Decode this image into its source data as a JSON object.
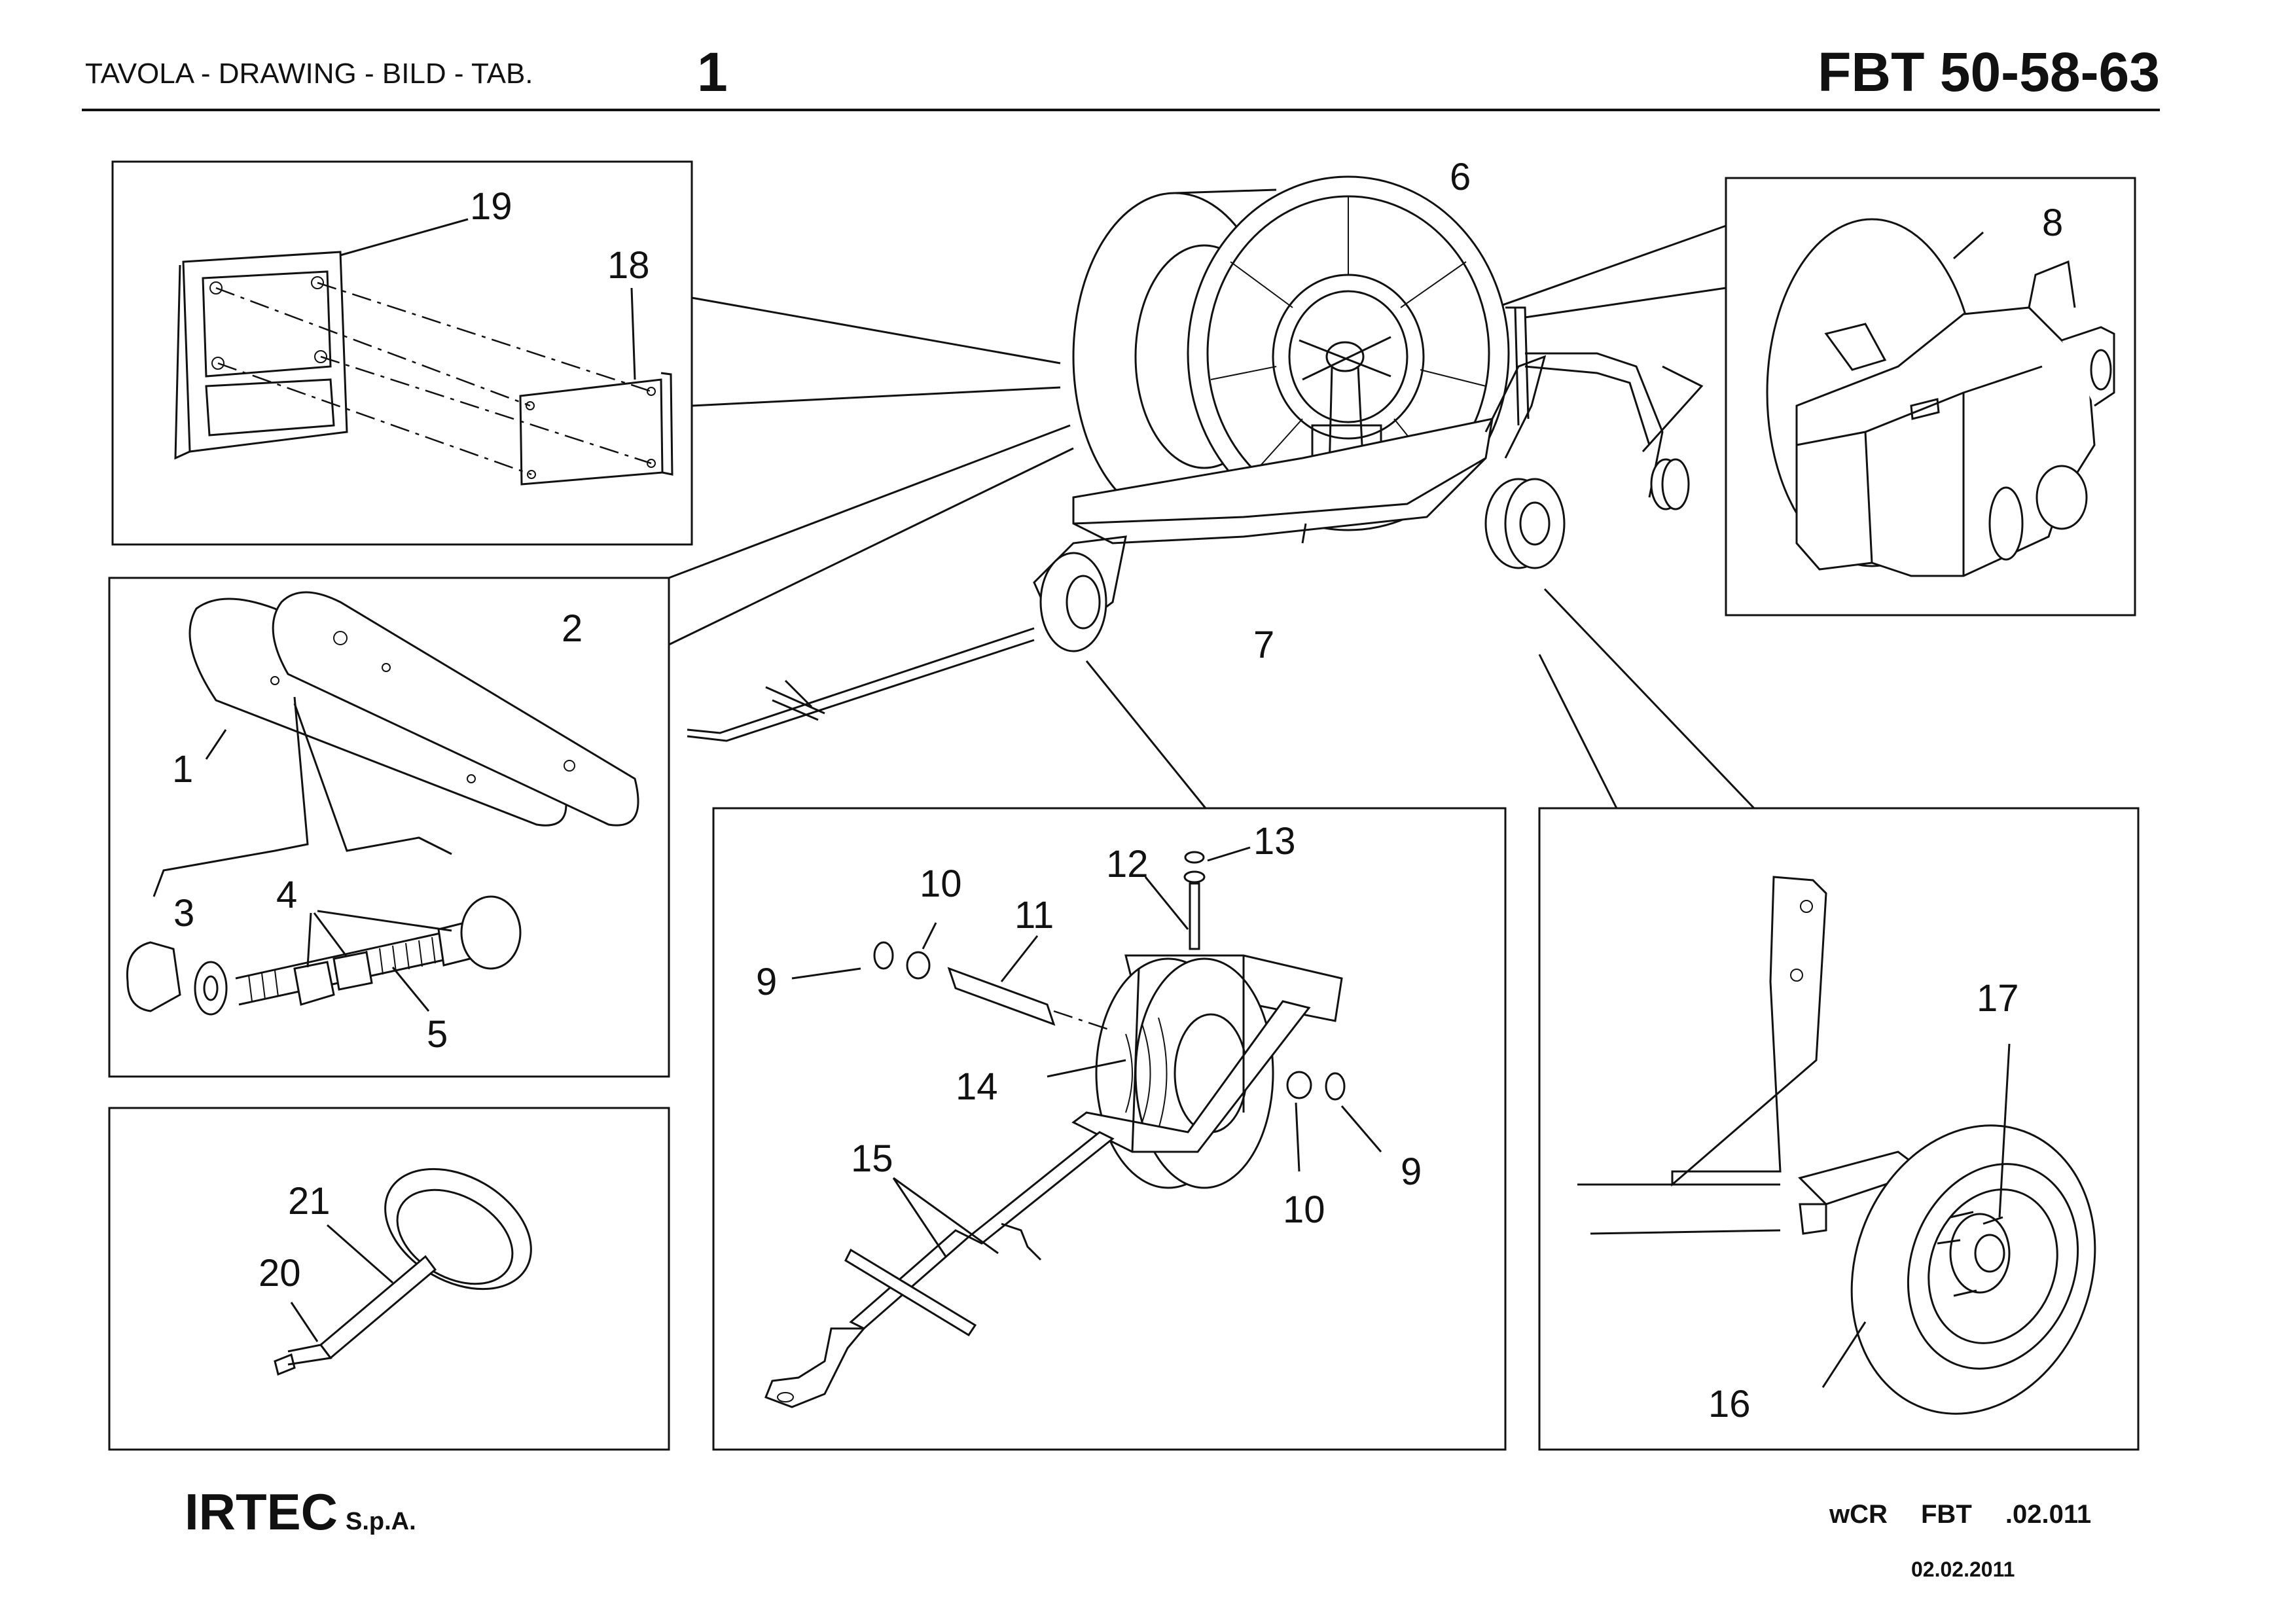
{
  "header": {
    "label": "TAVOLA - DRAWING - BILD - TAB.",
    "table_number": "1",
    "model": "FBT 50-58-63"
  },
  "footer": {
    "brand": "IRTEC",
    "brand_suffix": "S.p.A.",
    "code": "wCR FBT .02.011",
    "date": "02.02.2011"
  },
  "callouts": [
    "1",
    "2",
    "3",
    "4",
    "5",
    "6",
    "7",
    "8",
    "9",
    "9",
    "10",
    "10",
    "11",
    "12",
    "13",
    "14",
    "15",
    "16",
    "17",
    "18",
    "19",
    "20",
    "21"
  ]
}
